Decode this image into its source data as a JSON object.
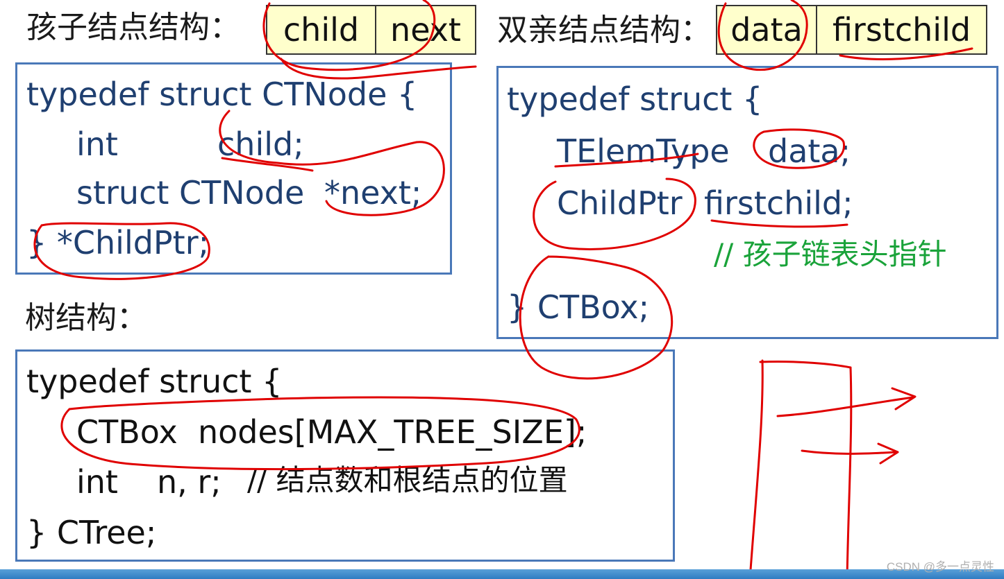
{
  "child_structure": {
    "heading": "孩子结点结构：",
    "cells": [
      "child",
      "next"
    ],
    "code": {
      "line1": "typedef struct CTNode {",
      "line2_type": "int",
      "line2_field": "child;",
      "line3_type": "struct CTNode",
      "line3_field": "*next;",
      "line4": "} *ChildPtr;"
    }
  },
  "parent_structure": {
    "heading": "双亲结点结构：",
    "cells": [
      "data",
      "firstchild"
    ],
    "code": {
      "line1": "typedef struct {",
      "line2_type": "TElemType",
      "line2_field": "data;",
      "line3_type": "ChildPtr",
      "line3_field": "firstchild;",
      "comment": "// 孩子链表头指针",
      "line4": "} CTBox;"
    }
  },
  "tree_structure": {
    "heading": "树结构：",
    "code": {
      "line1": "typedef struct {",
      "line2": "CTBox  nodes[MAX_TREE_SIZE];",
      "line3_type": "int",
      "line3_field": "n, r;",
      "line3_comment": "// 结点数和根结点的位置",
      "line4": "} CTree;"
    }
  },
  "watermark": "CSDN @多一点灵性",
  "colors": {
    "code_text": "#1f3f70",
    "comment": "#1aa33a",
    "box_border": "#4a78b8",
    "cell_fill": "#ffffcc",
    "annotation_ink": "#e00000"
  }
}
